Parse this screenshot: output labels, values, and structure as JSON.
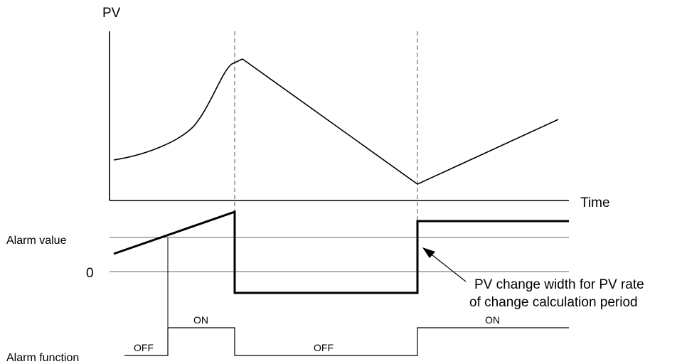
{
  "labels": {
    "pv_axis": "PV",
    "time_axis": "Time",
    "alarm_value": "Alarm value",
    "zero": "0",
    "alarm_function": "Alarm function",
    "annotation_line1": "PV change width for PV rate",
    "annotation_line2": "of change calculation period",
    "state_off_1": "OFF",
    "state_on_1": "ON",
    "state_off_2": "OFF",
    "state_on_2": "ON"
  },
  "colors": {
    "ink": "#000000",
    "guide": "#555555",
    "threshold": "#666666"
  }
}
